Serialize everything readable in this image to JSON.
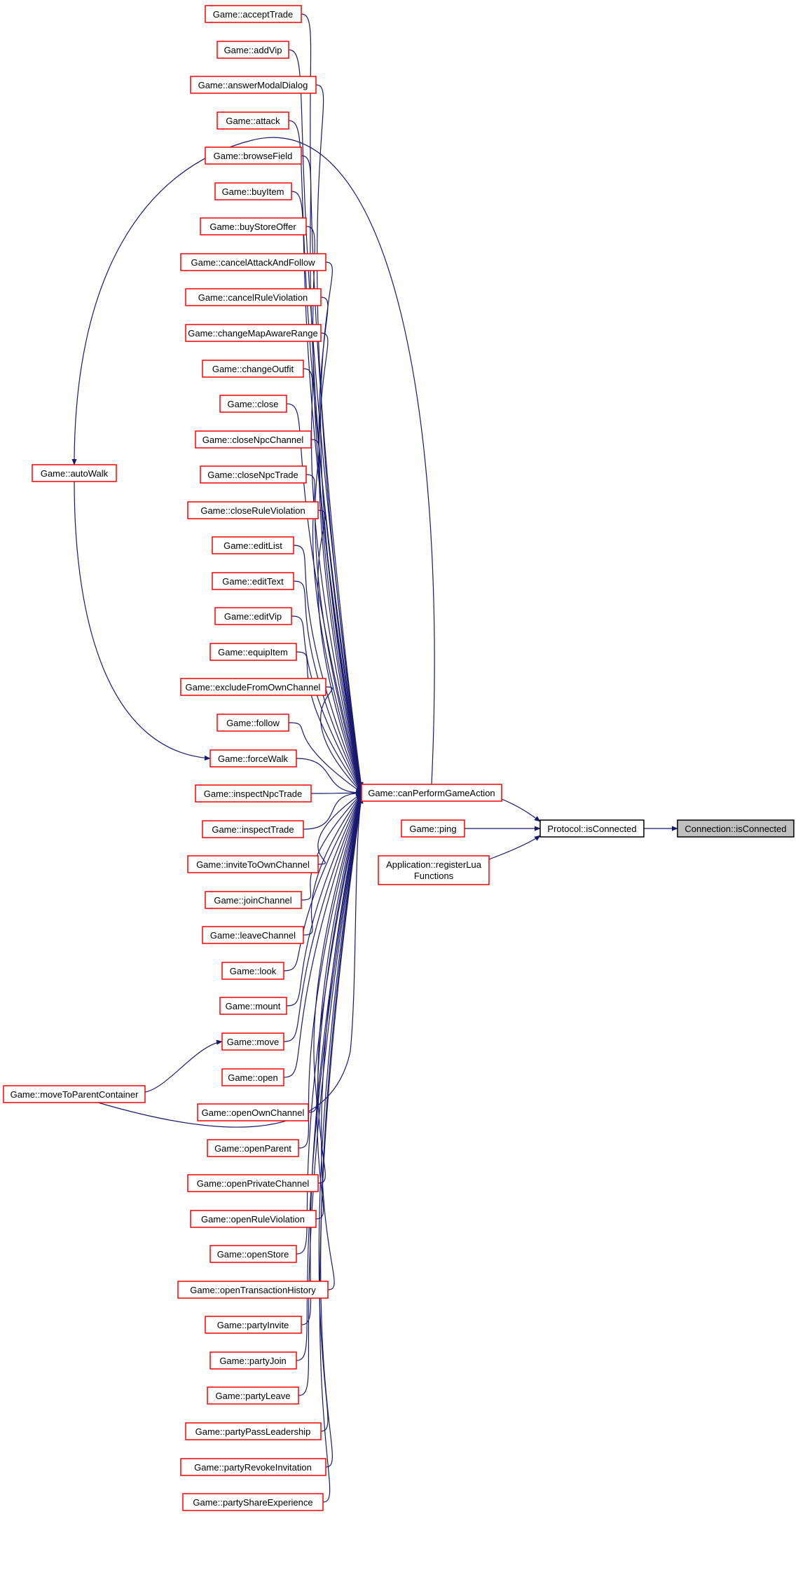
{
  "colors": {
    "edge": "#191970",
    "caller_border": "#ff0000",
    "intermediate_border": "#000000",
    "root_fill": "#bfbfbf",
    "background": "#ffffff"
  },
  "nodes": {
    "root": "Connection::isConnected",
    "protocol_isConnected": "Protocol::isConnected",
    "canPerformGameAction": "Game::canPerformGameAction",
    "ping": "Game::ping",
    "registerLuaFunctions": [
      "Application::registerLua",
      "Functions"
    ],
    "autoWalk": "Game::autoWalk",
    "moveToParentContainer": "Game::moveToParentContainer",
    "callers": [
      "Game::acceptTrade",
      "Game::addVip",
      "Game::answerModalDialog",
      "Game::attack",
      "Game::browseField",
      "Game::buyItem",
      "Game::buyStoreOffer",
      "Game::cancelAttackAndFollow",
      "Game::cancelRuleViolation",
      "Game::changeMapAwareRange",
      "Game::changeOutfit",
      "Game::close",
      "Game::closeNpcChannel",
      "Game::closeNpcTrade",
      "Game::closeRuleViolation",
      "Game::editList",
      "Game::editText",
      "Game::editVip",
      "Game::equipItem",
      "Game::excludeFromOwnChannel",
      "Game::follow",
      "Game::forceWalk",
      "Game::inspectNpcTrade",
      "Game::inspectTrade",
      "Game::inviteToOwnChannel",
      "Game::joinChannel",
      "Game::leaveChannel",
      "Game::look",
      "Game::mount",
      "Game::move",
      "Game::open",
      "Game::openOwnChannel",
      "Game::openParent",
      "Game::openPrivateChannel",
      "Game::openRuleViolation",
      "Game::openStore",
      "Game::openTransactionHistory",
      "Game::partyInvite",
      "Game::partyJoin",
      "Game::partyLeave",
      "Game::partyPassLeadership",
      "Game::partyRevokeInvitation",
      "Game::partyShareExperience"
    ]
  }
}
